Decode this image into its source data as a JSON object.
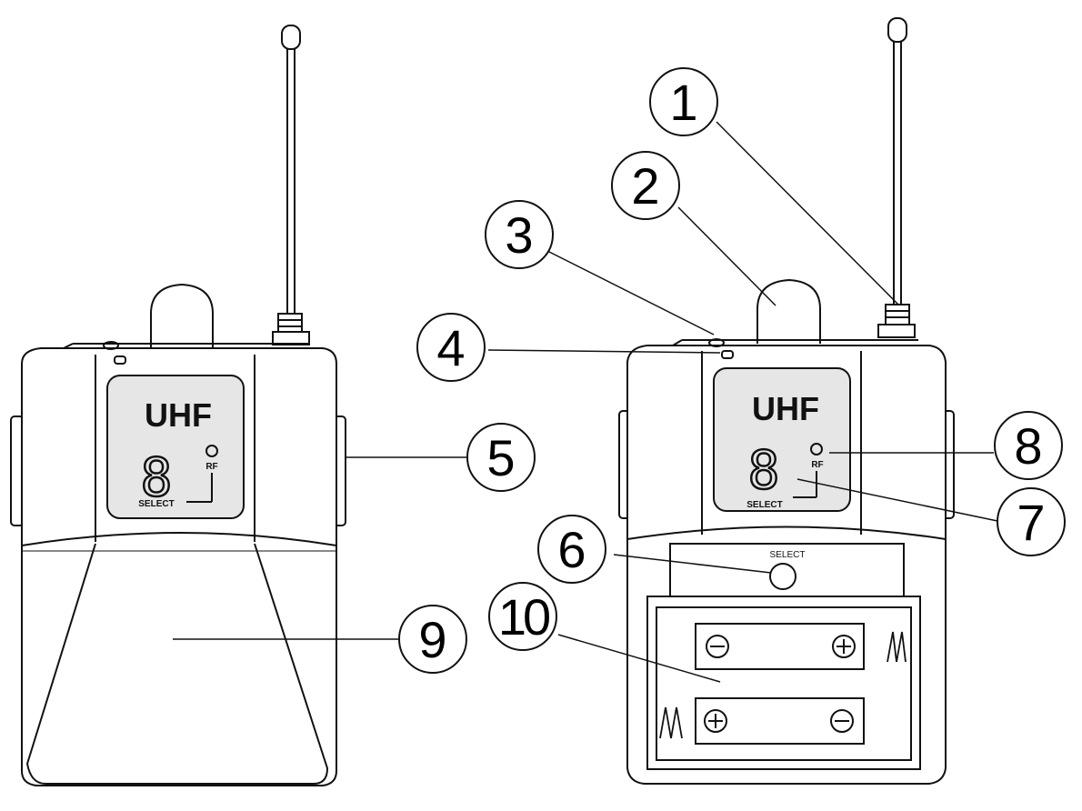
{
  "colors": {
    "line": "#111111",
    "screen": "#e6e6e6",
    "background": "#ffffff"
  },
  "left_unit": {
    "screen_title": "UHF",
    "channel_digit": "8",
    "rf_label": "RF",
    "select_label": "SELECT"
  },
  "right_unit": {
    "screen_title": "UHF",
    "channel_digit": "8",
    "rf_label": "RF",
    "select_label": "SELECT",
    "select_button_label": "SELECT"
  },
  "callouts": [
    "1",
    "2",
    "3",
    "4",
    "5",
    "6",
    "7",
    "8",
    "9",
    "10"
  ],
  "icons": {
    "battery_negative": "minus-icon",
    "battery_positive": "plus-icon"
  }
}
